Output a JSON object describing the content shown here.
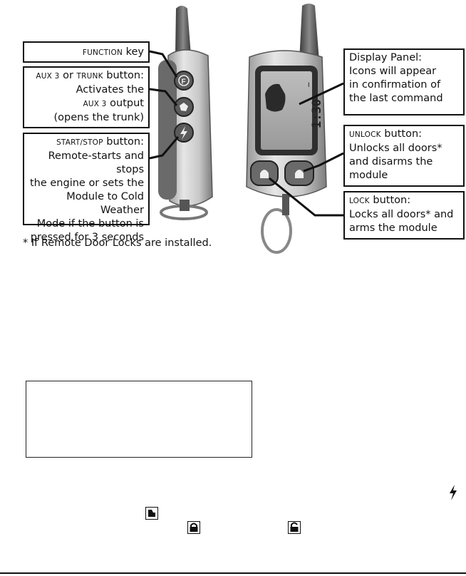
{
  "callouts": {
    "function_key": {
      "sc": "FUNCTION",
      "rest": " key"
    },
    "aux3": {
      "line1_sc": "AUX 3",
      "line1_mid": " or ",
      "line1_sc2": "TRUNK",
      "line1_rest": " button:",
      "line2": "Activates the",
      "line3_sc": "AUX 3",
      "line3_rest": " output",
      "line4": "(opens the trunk)"
    },
    "start_stop": {
      "line1_sc": "START/STOP",
      "line1_rest": " button:",
      "line2": "Remote-starts and stops",
      "line3": "the engine or sets the",
      "line4": "Module to Cold Weather",
      "line5": "Mode if the button is",
      "line6": "pressed for 3 seconds"
    },
    "display_panel": {
      "line1": "Display Panel:",
      "line2": "Icons will appear",
      "line3": "in confirmation of",
      "line4": "the last command"
    },
    "unlock": {
      "line1_sc": "UNLOCK",
      "line1_rest": " button:",
      "line2": "Unlocks all doors*",
      "line3": "and disarms the",
      "line4": "module"
    },
    "lock": {
      "line1_sc": "LOCK",
      "line1_rest": " button:",
      "line2": "Locks all doors* and",
      "line3": "arms the module"
    }
  },
  "footnote": "* If Remote Door Locks are installed.",
  "remote_buttons": {
    "function_letter": "F",
    "display_digits": "1:30"
  },
  "icons": {
    "bolt": "lightning-bolt-icon",
    "trunk": "trunk-icon",
    "lock": "locked-padlock-icon",
    "unlock": "unlocked-padlock-icon"
  }
}
